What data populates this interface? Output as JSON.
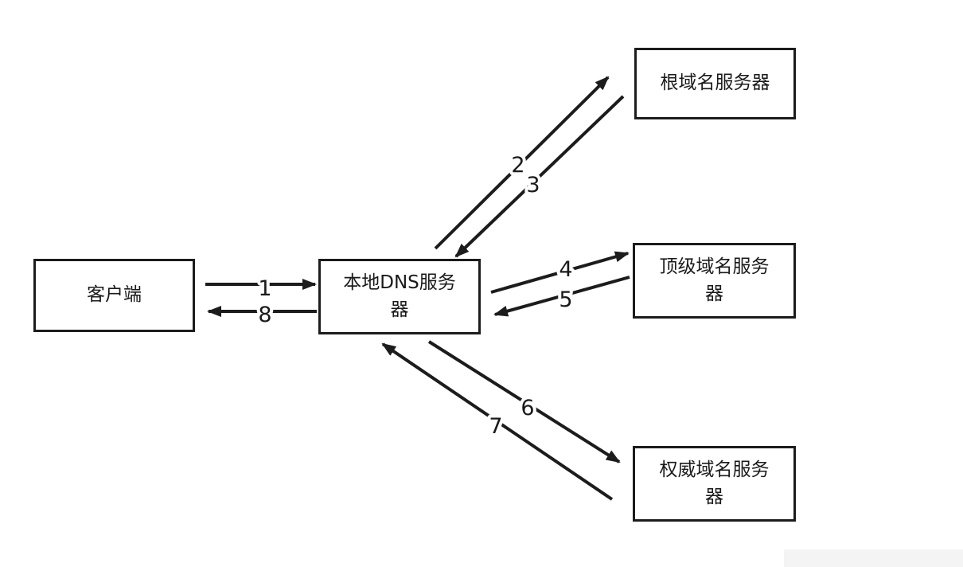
{
  "diagram": {
    "nodes": {
      "client": {
        "label": "客户端"
      },
      "local_dns": {
        "label": "本地DNS服务器"
      },
      "root_dns": {
        "label": "根域名服务器"
      },
      "tld_dns": {
        "label": "顶级域名服务器"
      },
      "auth_dns": {
        "label": "权威域名服务器"
      }
    },
    "edges": {
      "e1": {
        "label": "1",
        "from": "client",
        "to": "local_dns"
      },
      "e2": {
        "label": "2",
        "from": "local_dns",
        "to": "root_dns"
      },
      "e3": {
        "label": "3",
        "from": "root_dns",
        "to": "local_dns"
      },
      "e4": {
        "label": "4",
        "from": "local_dns",
        "to": "tld_dns"
      },
      "e5": {
        "label": "5",
        "from": "tld_dns",
        "to": "local_dns"
      },
      "e6": {
        "label": "6",
        "from": "local_dns",
        "to": "auth_dns"
      },
      "e7": {
        "label": "7",
        "from": "auth_dns",
        "to": "local_dns"
      },
      "e8": {
        "label": "8",
        "from": "local_dns",
        "to": "client"
      }
    }
  }
}
